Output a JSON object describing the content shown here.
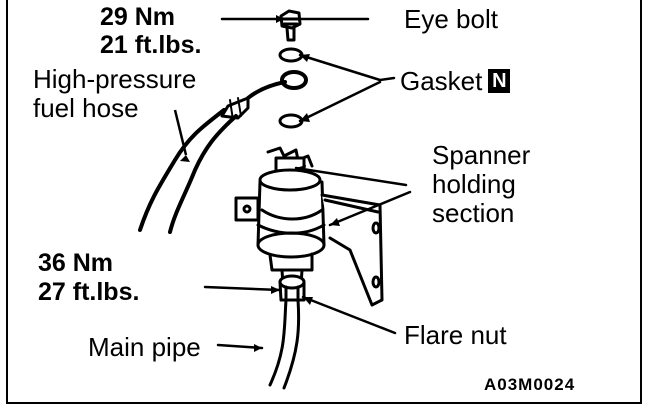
{
  "labels": {
    "torque_top_nm": "29 Nm",
    "torque_top_ftlbs": "21 ft.lbs.",
    "eye_bolt": "Eye bolt",
    "gasket": "Gasket",
    "gasket_badge": "N",
    "hose_line1": "High-pressure",
    "hose_line2": "fuel hose",
    "spanner_line1": "Spanner",
    "spanner_line2": "holding",
    "spanner_line3": "section",
    "torque_bottom_nm": "36 Nm",
    "torque_bottom_ftlbs": "27 ft.lbs.",
    "flare_nut": "Flare nut",
    "main_pipe": "Main pipe",
    "figure_code": "A03M0024"
  }
}
